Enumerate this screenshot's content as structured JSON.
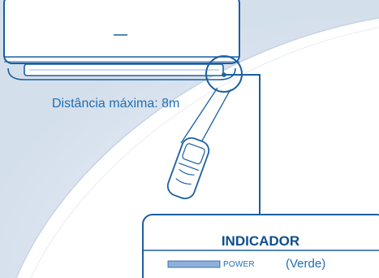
{
  "diagram": {
    "distance_text": "Distância máxima: 8m",
    "indicator_title": "INDICADOR",
    "power_label": "POWER",
    "power_color_text": "(Verde)"
  },
  "colors": {
    "background_arc": "#dfe8f2",
    "background_outer": "#ffffff",
    "outline": "#1b5fa0",
    "text_blue": "#1f6fb5",
    "indicator_fill": "#8fb0da"
  }
}
